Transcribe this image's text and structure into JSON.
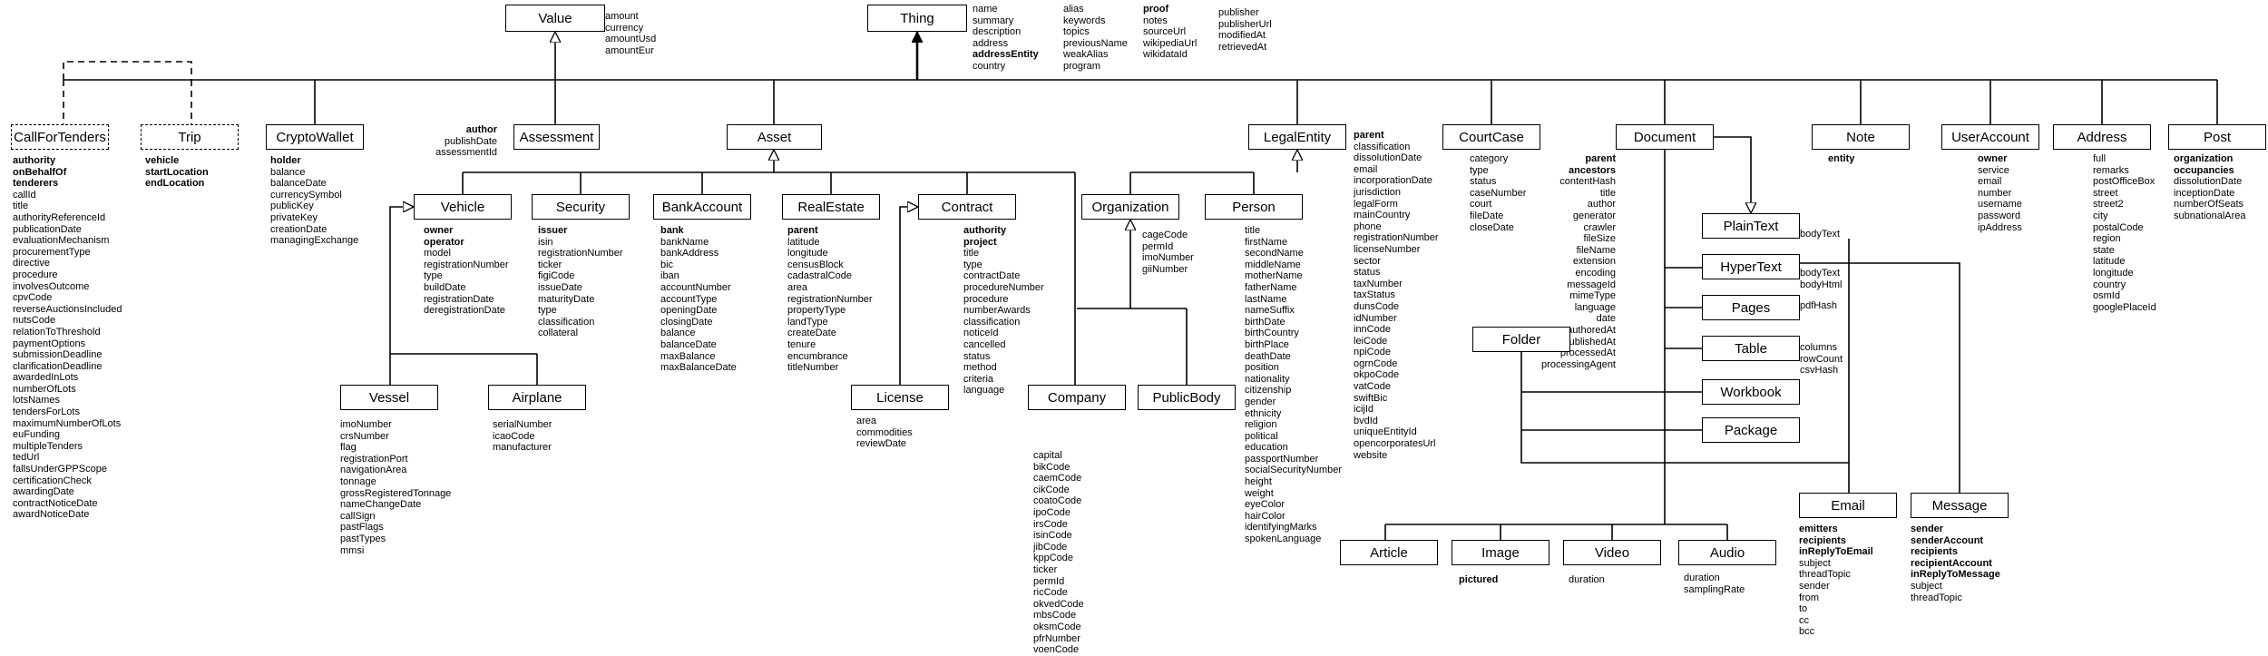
{
  "entities": {
    "Value": {
      "name": "Value",
      "fields": [
        "amount",
        "currency",
        "amountUsd",
        "amountEur"
      ],
      "bold": []
    },
    "Thing": {
      "name": "Thing",
      "fields": [],
      "bold": []
    },
    "ThingA": {
      "name": "",
      "fields": [
        "name",
        "summary",
        "description",
        "address",
        "addressEntity",
        "country"
      ],
      "bold": [
        "addressEntity"
      ]
    },
    "ThingB": {
      "name": "",
      "fields": [
        "alias",
        "keywords",
        "topics",
        "previousName",
        "weakAlias",
        "program"
      ],
      "bold": []
    },
    "ThingC": {
      "name": "",
      "fields": [
        "proof",
        "notes",
        "sourceUrl",
        "wikipediaUrl",
        "wikidataId"
      ],
      "bold": [
        "proof"
      ]
    },
    "ThingD": {
      "name": "",
      "fields": [
        "publisher",
        "publisherUrl",
        "modifiedAt",
        "retrievedAt"
      ],
      "bold": []
    },
    "CallForTenders": {
      "name": "CallForTenders",
      "fields": [
        "authority",
        "onBehalfOf",
        "tenderers",
        "callId",
        "title",
        "authorityReferenceId",
        "publicationDate",
        "evaluationMechanism",
        "procurementType",
        "directive",
        "procedure",
        "involvesOutcome",
        "cpvCode",
        "reverseAuctionsIncluded",
        "nutsCode",
        "relationToThreshold",
        "paymentOptions",
        "submissionDeadline",
        "clarificationDeadline",
        "awardedInLots",
        "numberOfLots",
        "lotsNames",
        "tendersForLots",
        "maximumNumberOfLots",
        "euFunding",
        "multipleTenders",
        "tedUrl",
        "fallsUnderGPPScope",
        "certificationCheck",
        "awardingDate",
        "contractNoticeDate",
        "awardNoticeDate"
      ],
      "bold": [
        "authority",
        "onBehalfOf",
        "tenderers"
      ]
    },
    "Trip": {
      "name": "Trip",
      "fields": [
        "vehicle",
        "startLocation",
        "endLocation"
      ],
      "bold": [
        "vehicle",
        "startLocation",
        "endLocation"
      ]
    },
    "CryptoWallet": {
      "name": "CryptoWallet",
      "fields": [
        "holder",
        "balance",
        "balanceDate",
        "currencySymbol",
        "publicKey",
        "privateKey",
        "creationDate",
        "managingExchange"
      ],
      "bold": [
        "holder"
      ]
    },
    "Assessment": {
      "name": "Assessment",
      "fields": [
        "author",
        "publishDate",
        "assessmentId"
      ],
      "bold": [
        "author"
      ]
    },
    "Asset": {
      "name": "Asset",
      "fields": [],
      "bold": []
    },
    "LegalEntity": {
      "name": "LegalEntity",
      "fields": [
        "parent",
        "classification",
        "dissolutionDate",
        "email",
        "incorporationDate",
        "jurisdiction",
        "legalForm",
        "mainCountry",
        "phone",
        "registrationNumber",
        "licenseNumber",
        "sector",
        "status",
        "taxNumber",
        "taxStatus",
        "dunsCode",
        "idNumber",
        "innCode",
        "leiCode",
        "npiCode",
        "ogrnCode",
        "okpoCode",
        "vatCode",
        "swiftBic",
        "icijId",
        "bvdId",
        "uniqueEntityId",
        "opencorporatesUrl",
        "website"
      ],
      "bold": [
        "parent"
      ]
    },
    "CourtCase": {
      "name": "CourtCase",
      "fields": [
        "category",
        "type",
        "status",
        "caseNumber",
        "court",
        "fileDate",
        "closeDate"
      ],
      "bold": []
    },
    "Document": {
      "name": "Document",
      "fields": [
        "parent",
        "ancestors",
        "contentHash",
        "title",
        "author",
        "generator",
        "crawler",
        "fileSize",
        "fileName",
        "extension",
        "encoding",
        "messageId",
        "mimeType",
        "language",
        "date",
        "authoredAt",
        "publishedAt",
        "processedAt",
        "processingAgent"
      ],
      "bold": [
        "parent",
        "ancestors"
      ]
    },
    "Note": {
      "name": "Note",
      "fields": [
        "entity"
      ],
      "bold": [
        "entity"
      ]
    },
    "UserAccount": {
      "name": "UserAccount",
      "fields": [
        "owner",
        "service",
        "email",
        "number",
        "username",
        "password",
        "ipAddress"
      ],
      "bold": [
        "owner"
      ]
    },
    "Address": {
      "name": "Address",
      "fields": [
        "full",
        "remarks",
        "postOfficeBox",
        "street",
        "street2",
        "city",
        "postalCode",
        "region",
        "state",
        "latitude",
        "longitude",
        "country",
        "osmId",
        "googlePlaceId"
      ],
      "bold": []
    },
    "Post": {
      "name": "Post",
      "fields": [
        "organization",
        "occupancies",
        "dissolutionDate",
        "inceptionDate",
        "numberOfSeats",
        "subnationalArea"
      ],
      "bold": [
        "organization",
        "occupancies"
      ]
    },
    "Vehicle": {
      "name": "Vehicle",
      "fields": [
        "owner",
        "operator",
        "model",
        "registrationNumber",
        "type",
        "buildDate",
        "registrationDate",
        "deregistrationDate"
      ],
      "bold": [
        "owner",
        "operator"
      ]
    },
    "Security": {
      "name": "Security",
      "fields": [
        "issuer",
        "isin",
        "registrationNumber",
        "ticker",
        "figiCode",
        "issueDate",
        "maturityDate",
        "type",
        "classification",
        "collateral"
      ],
      "bold": [
        "issuer"
      ]
    },
    "BankAccount": {
      "name": "BankAccount",
      "fields": [
        "bank",
        "bankName",
        "bankAddress",
        "bic",
        "iban",
        "accountNumber",
        "accountType",
        "openingDate",
        "closingDate",
        "balance",
        "balanceDate",
        "maxBalance",
        "maxBalanceDate"
      ],
      "bold": [
        "bank"
      ]
    },
    "RealEstate": {
      "name": "RealEstate",
      "fields": [
        "parent",
        "latitude",
        "longitude",
        "censusBlock",
        "cadastralCode",
        "area",
        "registrationNumber",
        "propertyType",
        "landType",
        "createDate",
        "tenure",
        "encumbrance",
        "titleNumber"
      ],
      "bold": [
        "parent"
      ]
    },
    "Contract": {
      "name": "Contract",
      "fields": [
        "authority",
        "project",
        "title",
        "type",
        "contractDate",
        "procedureNumber",
        "procedure",
        "numberAwards",
        "classification",
        "noticeId",
        "cancelled",
        "status",
        "method",
        "criteria",
        "language"
      ],
      "bold": [
        "authority",
        "project"
      ]
    },
    "Organization": {
      "name": "Organization",
      "fields": [
        "cageCode",
        "permId",
        "imoNumber",
        "giiNumber"
      ],
      "bold": []
    },
    "Person": {
      "name": "Person",
      "fields": [
        "title",
        "firstName",
        "secondName",
        "middleName",
        "motherName",
        "fatherName",
        "lastName",
        "nameSuffix",
        "birthDate",
        "birthCountry",
        "birthPlace",
        "deathDate",
        "position",
        "nationality",
        "citizenship",
        "gender",
        "ethnicity",
        "religion",
        "political",
        "education",
        "passportNumber",
        "socialSecurityNumber",
        "height",
        "weight",
        "eyeColor",
        "hairColor",
        "identifyingMarks",
        "spokenLanguage"
      ],
      "bold": []
    },
    "Vessel": {
      "name": "Vessel",
      "fields": [
        "imoNumber",
        "crsNumber",
        "flag",
        "registrationPort",
        "navigationArea",
        "tonnage",
        "grossRegisteredTonnage",
        "nameChangeDate",
        "callSign",
        "pastFlags",
        "pastTypes",
        "mmsi"
      ],
      "bold": []
    },
    "Airplane": {
      "name": "Airplane",
      "fields": [
        "serialNumber",
        "icaoCode",
        "manufacturer"
      ],
      "bold": []
    },
    "License": {
      "name": "License",
      "fields": [
        "area",
        "commodities",
        "reviewDate"
      ],
      "bold": []
    },
    "Company": {
      "name": "Company",
      "fields": [
        "capital",
        "bikCode",
        "caemCode",
        "cikCode",
        "coatoCode",
        "ipoCode",
        "irsCode",
        "isinCode",
        "jibCode",
        "kppCode",
        "ticker",
        "permId",
        "ricCode",
        "okvedCode",
        "mbsCode",
        "oksmCode",
        "pfrNumber",
        "voenCode"
      ],
      "bold": []
    },
    "PublicBody": {
      "name": "PublicBody",
      "fields": [],
      "bold": []
    },
    "PlainText": {
      "name": "PlainText",
      "fields": [
        "bodyText"
      ],
      "bold": []
    },
    "HyperText": {
      "name": "HyperText",
      "fields": [
        "bodyText",
        "bodyHtml"
      ],
      "bold": []
    },
    "Pages": {
      "name": "Pages",
      "fields": [
        "pdfHash"
      ],
      "bold": []
    },
    "Table": {
      "name": "Table",
      "fields": [
        "columns",
        "rowCount",
        "csvHash"
      ],
      "bold": []
    },
    "Workbook": {
      "name": "Workbook",
      "fields": [],
      "bold": []
    },
    "Package": {
      "name": "Package",
      "fields": [],
      "bold": []
    },
    "Folder": {
      "name": "Folder",
      "fields": [],
      "bold": []
    },
    "Email": {
      "name": "Email",
      "fields": [
        "emitters",
        "recipients",
        "inReplyToEmail",
        "subject",
        "threadTopic",
        "sender",
        "from",
        "to",
        "cc",
        "bcc"
      ],
      "bold": [
        "emitters",
        "recipients",
        "inReplyToEmail"
      ]
    },
    "Message": {
      "name": "Message",
      "fields": [
        "sender",
        "senderAccount",
        "recipients",
        "recipientAccount",
        "inReplyToMessage",
        "subject",
        "threadTopic"
      ],
      "bold": [
        "sender",
        "senderAccount",
        "recipients",
        "recipientAccount",
        "inReplyToMessage"
      ]
    },
    "Article": {
      "name": "Article",
      "fields": [],
      "bold": []
    },
    "Image": {
      "name": "Image",
      "fields": [
        "pictured"
      ],
      "bold": [
        "pictured"
      ]
    },
    "Video": {
      "name": "Video",
      "fields": [
        "duration"
      ],
      "bold": []
    },
    "Audio": {
      "name": "Audio",
      "fields": [
        "duration",
        "samplingRate"
      ],
      "bold": []
    }
  }
}
